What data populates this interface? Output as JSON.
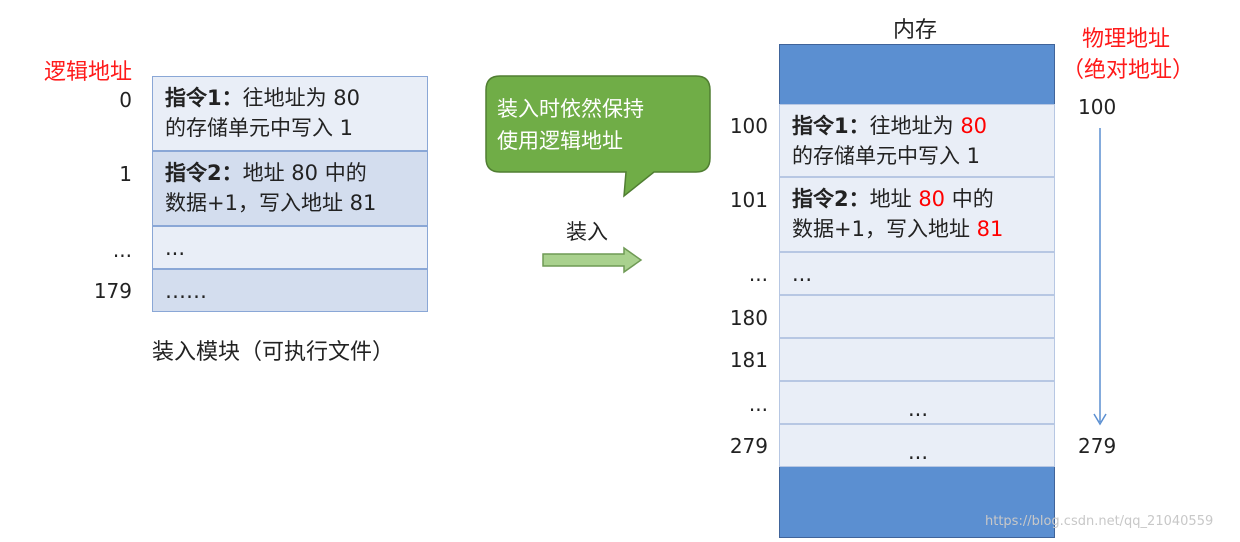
{
  "logical": {
    "title": "逻辑地址",
    "addresses": [
      "0",
      "1",
      "...",
      "179"
    ],
    "rows": [
      {
        "kw": "指令1",
        "sep": "：",
        "line1_text": "往地址为 80",
        "line2": "的存储单元中写入 1"
      },
      {
        "kw": "指令2",
        "sep": "：",
        "line1_pre": "地址 80 中的",
        "line2": "数据+1，写入地址 81"
      },
      {
        "text": "..."
      },
      {
        "text": "……"
      }
    ],
    "caption": "装入模块（可执行文件）"
  },
  "bubble": {
    "text_line1": "装入时依然保持",
    "text_line2": "使用逻辑地址"
  },
  "arrow": {
    "label": "装入"
  },
  "memory": {
    "title": "内存",
    "addresses": [
      "100",
      "101",
      "...",
      "180",
      "181",
      "...",
      "279"
    ],
    "row1": {
      "kw": "指令1",
      "sep": "：",
      "line1_text": "往地址为 ",
      "line1_num": "80",
      "line2": "的存储单元中写入 1"
    },
    "row2": {
      "kw": "指令2",
      "sep": "：",
      "line1_pre": "地址 ",
      "line1_num": "80",
      "line1_post": " 中的",
      "line2_pre": "数据+1，写入地址 ",
      "line2_num": "81"
    },
    "row3": "...",
    "row6": "...",
    "row7": "..."
  },
  "physical": {
    "title_line1": "物理地址",
    "title_line2": "（绝对地址）",
    "start": "100",
    "end": "279"
  },
  "watermark": "https://blog.csdn.net/qq_21040559",
  "colors": {
    "accent_red": "#ff0000",
    "bubble_green": "#70ad47",
    "memory_blue": "#5b8fd1",
    "arrow_green": "#a9d18e"
  }
}
